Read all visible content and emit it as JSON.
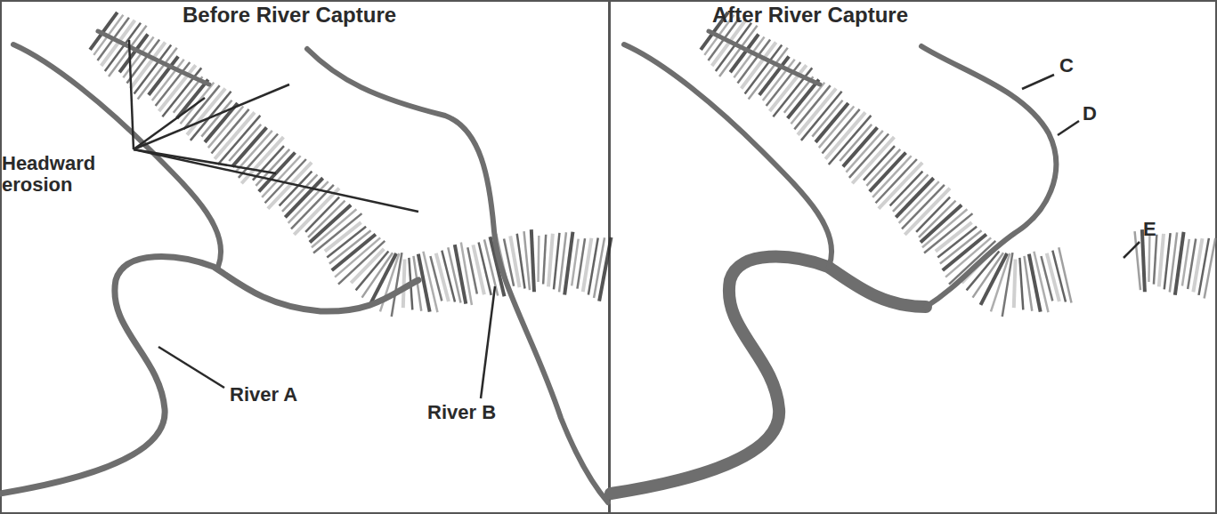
{
  "diagram": {
    "labels": [
      "Before River Capture",
      "After River Capture",
      "Headward erosion",
      "River A",
      "River B",
      "C",
      "D",
      "E"
    ]
  }
}
